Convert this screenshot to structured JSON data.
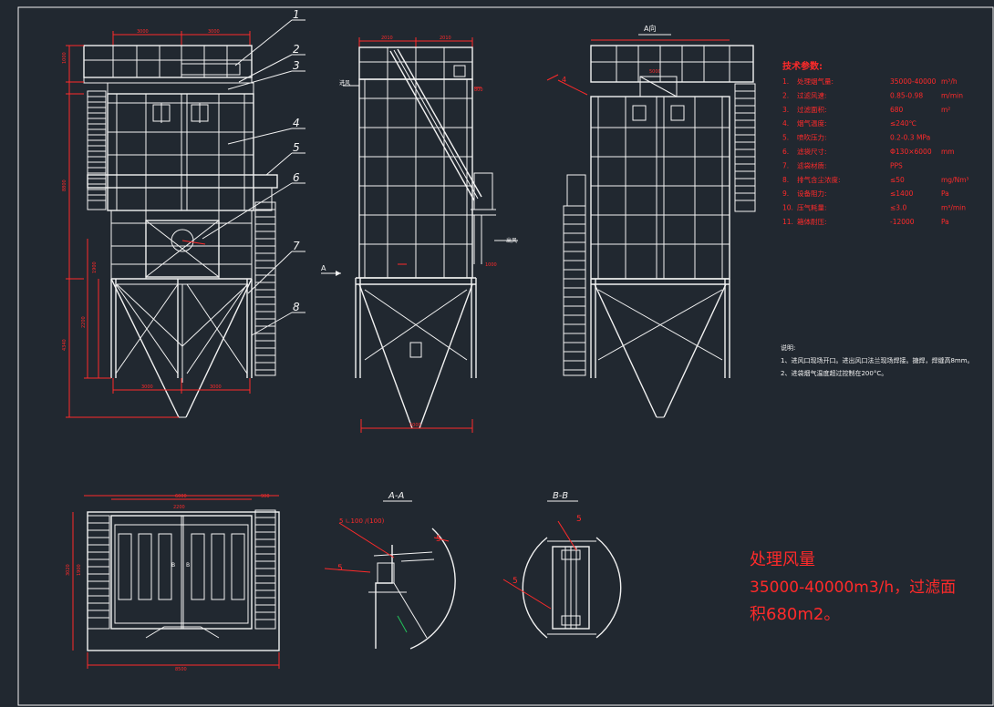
{
  "colors": {
    "background": "#212830",
    "line": "#f2f2f2",
    "dimension": "#ff2a2a",
    "hatch": "#22c45a"
  },
  "callouts": [
    "1",
    "2",
    "3",
    "4",
    "5",
    "6",
    "7",
    "8"
  ],
  "labels": {
    "air_in_left": "进风",
    "air_out_right": "出风",
    "arrow_a": "A",
    "view_a_title": "A向",
    "section_aa": "A-A",
    "section_bb": "B-B"
  },
  "weld_notes": {
    "aa_top": "5 ∟100 /(100)",
    "aa_right": "5",
    "aa_left": "5",
    "bb_top": "5",
    "bb_left": "5",
    "view_a": "4"
  },
  "tech": {
    "title": "技术参数:",
    "items": [
      {
        "num": "1.",
        "name": "处理烟气量:",
        "value": "35000-40000",
        "unit": "m³/h"
      },
      {
        "num": "2.",
        "name": "过滤风速:",
        "value": "0.85-0.98",
        "unit": "m/min"
      },
      {
        "num": "3.",
        "name": "过滤面积:",
        "value": "680",
        "unit": "m²"
      },
      {
        "num": "4.",
        "name": "烟气温度:",
        "value": "≤240℃",
        "unit": ""
      },
      {
        "num": "5.",
        "name": "喷吹压力:",
        "value": "0.2-0.3 MPa",
        "unit": ""
      },
      {
        "num": "6.",
        "name": "滤袋尺寸:",
        "value": "Φ130×6000",
        "unit": "mm"
      },
      {
        "num": "7.",
        "name": "滤袋材质:",
        "value": "PPS",
        "unit": ""
      },
      {
        "num": "8.",
        "name": "排气含尘浓度:",
        "value": "≤50",
        "unit": "mg/Nm³"
      },
      {
        "num": "9.",
        "name": "设备阻力:",
        "value": "≤1400",
        "unit": "Pa"
      },
      {
        "num": "10.",
        "name": "压气耗量:",
        "value": "≤3.0",
        "unit": "m³/min"
      },
      {
        "num": "11.",
        "name": "箱体耐压:",
        "value": "-12000",
        "unit": "Pa"
      }
    ]
  },
  "notes": {
    "title": "说明:",
    "items": [
      "1、进风口现场开口。进出风口法兰现场焊接。搪焊，焊缝高8mm。",
      "2、进袋烟气温度超过控制在200°C。"
    ]
  },
  "big_note": {
    "line1": "处理风量",
    "line2": "35000-40000m3/h，过滤面",
    "line3": "积680m2。"
  },
  "dims": {
    "front_top_left": "3000",
    "front_top_right": "3000",
    "side_top_left": "2010",
    "side_top_right": "2010",
    "front_bottom_left": "3000",
    "front_bottom_right": "3000",
    "side_bottom": "5000",
    "viewa_top": "5000",
    "left_h1": "1000",
    "left_h2": "8800",
    "left_h3": "4340",
    "left_h4": "2200",
    "left_h5": "1900",
    "plan_top1": "6000",
    "plan_top2": "2200",
    "plan_top3": "900",
    "plan_left1": "3020",
    "plan_left2": "1900",
    "plan_bottom": "8500",
    "side_inlet": "800",
    "side_mid": "1000"
  }
}
